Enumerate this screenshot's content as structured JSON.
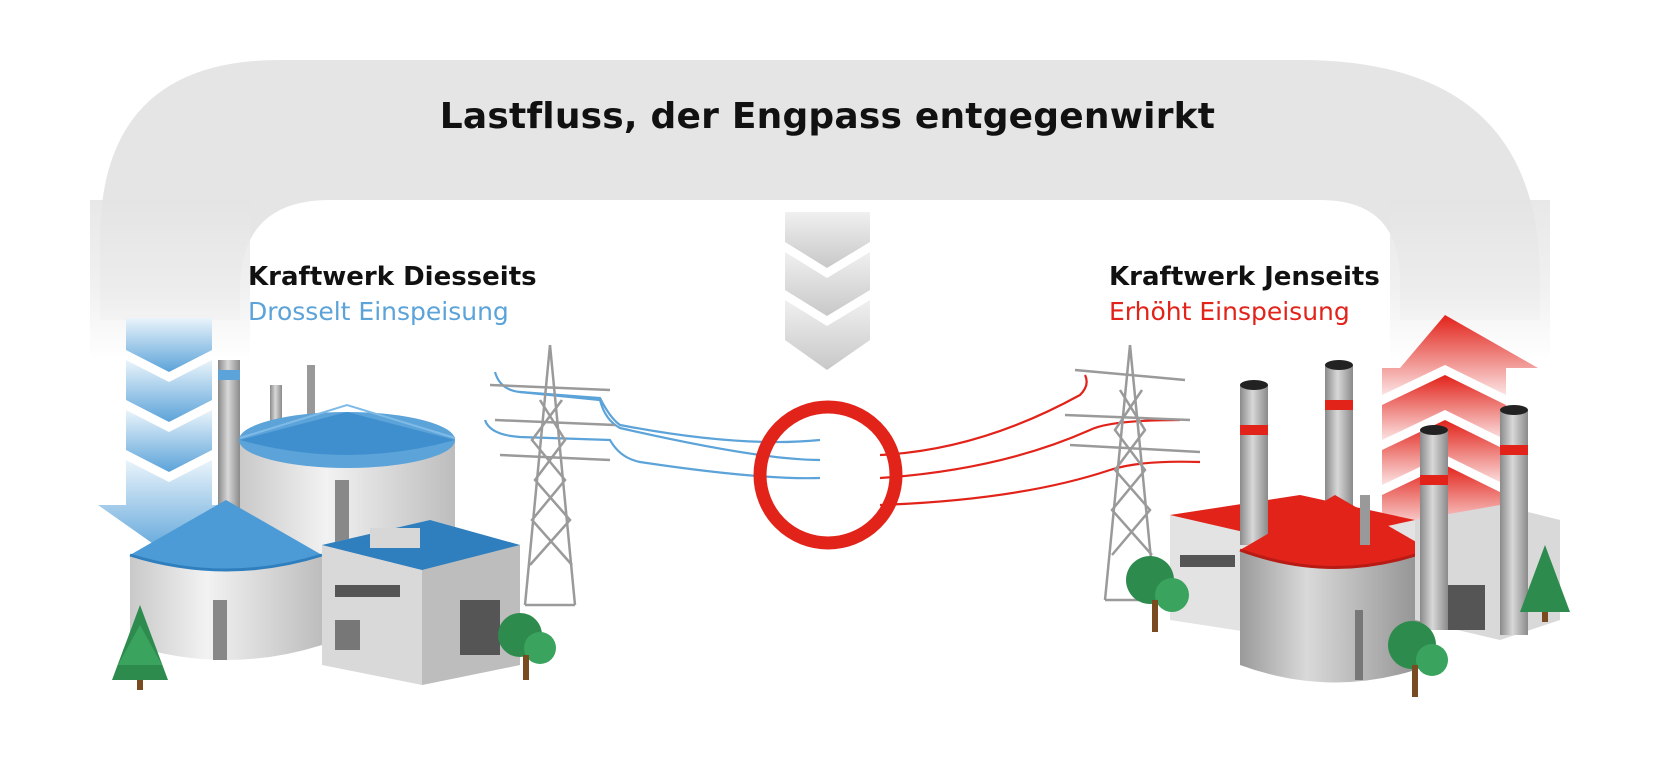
{
  "title": "Lastfluss, der Engpass entgegenwirkt",
  "left_plant": {
    "name": "Kraftwerk Diesseits",
    "status": "Drosselt Einspeisung",
    "color": "#5ba3d9"
  },
  "right_plant": {
    "name": "Kraftwerk Jenseits",
    "status": "Erhöht Einspeisung",
    "color": "#e2231a"
  },
  "colors": {
    "band": "#e3e3e3",
    "congestion_ring": "#e2231a",
    "tree": "#2e8b4e"
  },
  "icons": [
    "down-arrow-icon",
    "up-arrow-icon",
    "congestion-circle-icon",
    "power-tower-icon",
    "tree-icon",
    "chimney-icon"
  ]
}
